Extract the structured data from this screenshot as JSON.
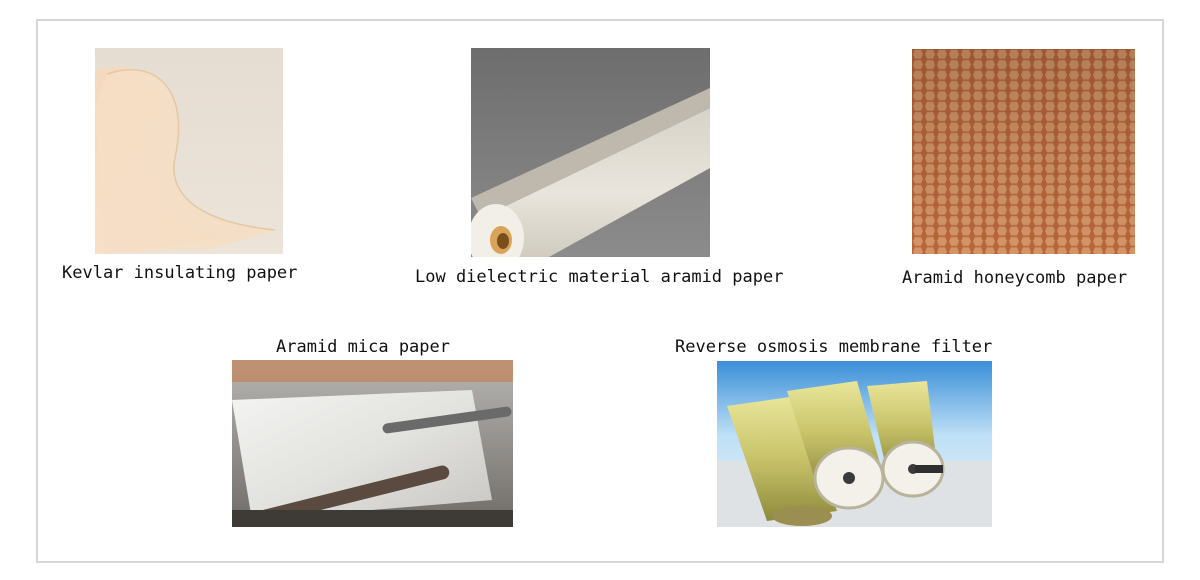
{
  "products": [
    {
      "caption": "Kevlar insulating paper",
      "image": "kevlar-paper-sheet"
    },
    {
      "caption": "Low dielectric material aramid paper",
      "image": "aramid-paper-roll"
    },
    {
      "caption": "Aramid honeycomb paper",
      "image": "honeycomb-core"
    },
    {
      "caption": "Aramid mica paper",
      "image": "mica-paper-machine"
    },
    {
      "caption": "Reverse osmosis membrane filter",
      "image": "ro-membrane-elements"
    }
  ]
}
